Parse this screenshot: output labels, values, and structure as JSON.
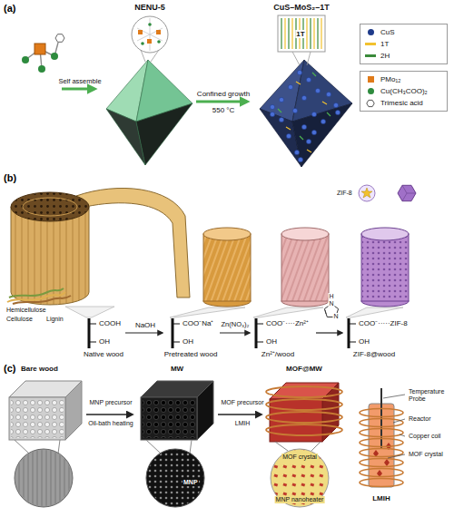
{
  "diagram": {
    "labels": [
      "(a)",
      "NENU-5",
      "CuS–MoS₂–1T",
      "1T",
      "Self assemble",
      "Confined growth",
      "550 °C",
      "(b)",
      "ZIF-8",
      "Hemicellulose",
      "Cellulose",
      "Lignin",
      "COOH",
      "OH",
      "Native wood",
      "NaOH",
      "COO⁻Na⁺",
      "OH",
      "Pretreated wood",
      "Zn(NO₃)₂",
      "COO⁻····Zn²⁺",
      "OH",
      "Zn²⁺/wood",
      "H",
      "N",
      "N",
      "COO⁻·····ZIF-8",
      "OH",
      "ZIF-8@wood",
      "(c)",
      "Bare wood",
      "MW",
      "MOF@MW",
      "MNP precursor",
      "Oil-bath heating",
      "MOF precursor",
      "LMIH",
      "MNP",
      "MOF crystal",
      "MNP nanoheater",
      "Temperature Probe",
      "Reactor",
      "Copper coil",
      "MOF crystal",
      "LMIH"
    ],
    "legend": [
      {
        "text": "CuS",
        "color": "#1e3a8a"
      },
      {
        "text": "1T",
        "color": "#f2c12e"
      },
      {
        "text": "2H",
        "color": "#3a8a3a"
      },
      {
        "text": "PMo₁₂",
        "color": "#e07b1a"
      },
      {
        "text": "Cu(CH₃COO)₂",
        "color": "#2e8b3e"
      },
      {
        "text": "Trimesic acid"
      }
    ]
  }
}
